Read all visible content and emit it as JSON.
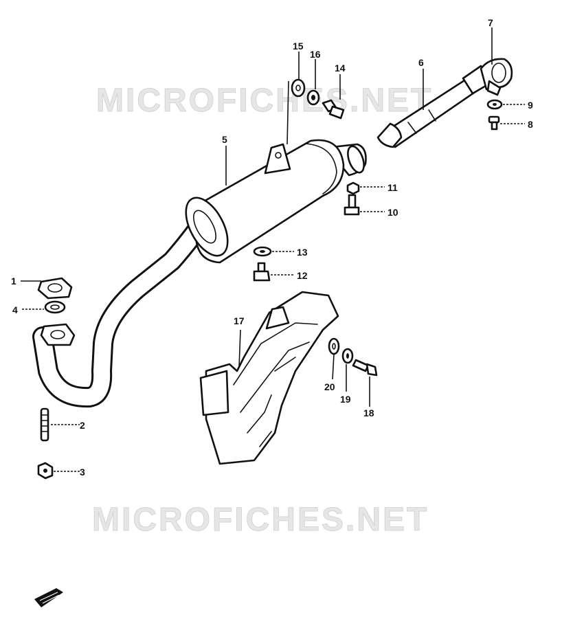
{
  "watermark": "MICROFICHES.NET",
  "callouts": {
    "p1": "1",
    "p2": "2",
    "p3": "3",
    "p4": "4",
    "p5": "5",
    "p6": "6",
    "p7": "7",
    "p8": "8",
    "p9": "9",
    "p10": "10",
    "p11": "11",
    "p12": "12",
    "p13": "13",
    "p14": "14",
    "p15": "15",
    "p16": "16",
    "p17": "17",
    "p18": "18",
    "p19": "19",
    "p20": "20"
  }
}
